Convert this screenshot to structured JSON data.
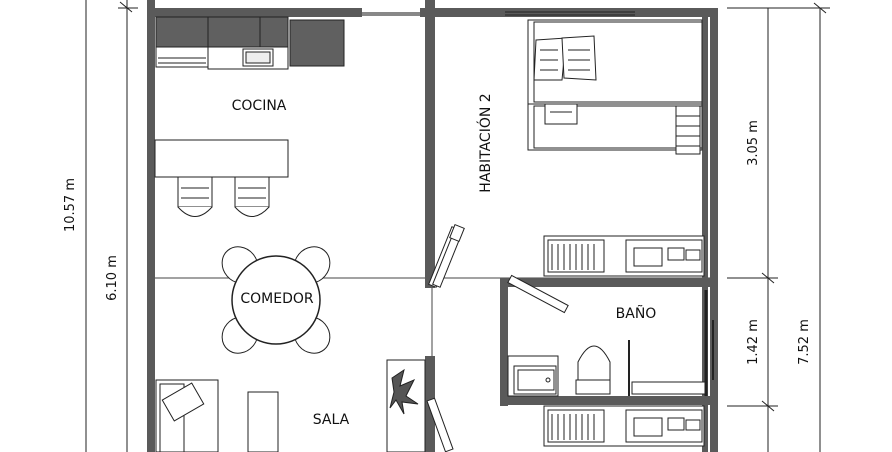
{
  "rooms": {
    "kitchen": "COCINA",
    "bedroom": "HABITACIÓN 2",
    "dining": "COMEDOR",
    "bathroom": "BAÑO",
    "living": "SALA"
  },
  "dimensions": {
    "overall_height": "10.57 m",
    "left_segment": "6.10 m",
    "bedroom_height": "3.05 m",
    "bathroom_height": "1.42 m",
    "right_total": "7.52 m"
  },
  "colors": {
    "wall": "#5a5a5a",
    "furniture_dark": "#606060",
    "line": "#222222"
  }
}
